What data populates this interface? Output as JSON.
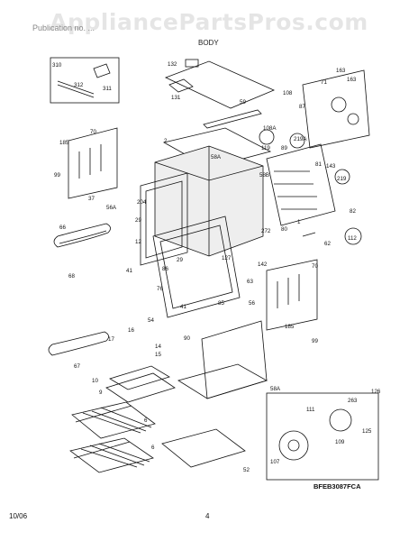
{
  "watermark": "AppliancePartsPros.com",
  "header": "Publication no. ...",
  "title": "BODY",
  "diagram_code": "BFEB3087FCA",
  "footer": {
    "date": "10/06",
    "page": "4"
  },
  "callouts": {
    "c310": "310",
    "c312": "312",
    "c311": "311",
    "c132": "132",
    "c131": "131",
    "c163a": "163",
    "c163b": "163",
    "c71": "71",
    "c108": "108",
    "c87": "87",
    "c59": "59",
    "c185a": "185",
    "c70a": "70",
    "c2": "2",
    "c108A": "108A",
    "c119": "119",
    "c219A": "219A",
    "c89": "89",
    "c81": "81",
    "c143": "143",
    "c58A": "58A",
    "c58B": "58B",
    "c219": "219",
    "c99a": "99",
    "c37": "37",
    "c204": "204",
    "c56A": "56A",
    "c29a": "29",
    "c66": "66",
    "c12": "12",
    "c272": "272",
    "c80": "80",
    "c1": "1",
    "c82": "82",
    "c112": "112",
    "c62": "62",
    "c68": "68",
    "c29b": "29",
    "c127": "127",
    "c41a": "41",
    "c86": "86",
    "c142": "142",
    "c70b": "70",
    "c76": "76",
    "c63": "63",
    "c41b": "41",
    "c85": "85",
    "c56": "56",
    "c54": "54",
    "c16": "16",
    "c17": "17",
    "c14": "14",
    "c15": "15",
    "c185b": "185",
    "c90": "90",
    "c99b": "99",
    "c67": "67",
    "c10": "10",
    "c9": "9",
    "c58A2": "58A",
    "c126": "126",
    "c263": "263",
    "c111": "111",
    "c125": "125",
    "c109": "109",
    "c107": "107",
    "c6a": "6",
    "c6b": "6",
    "c52": "52"
  }
}
